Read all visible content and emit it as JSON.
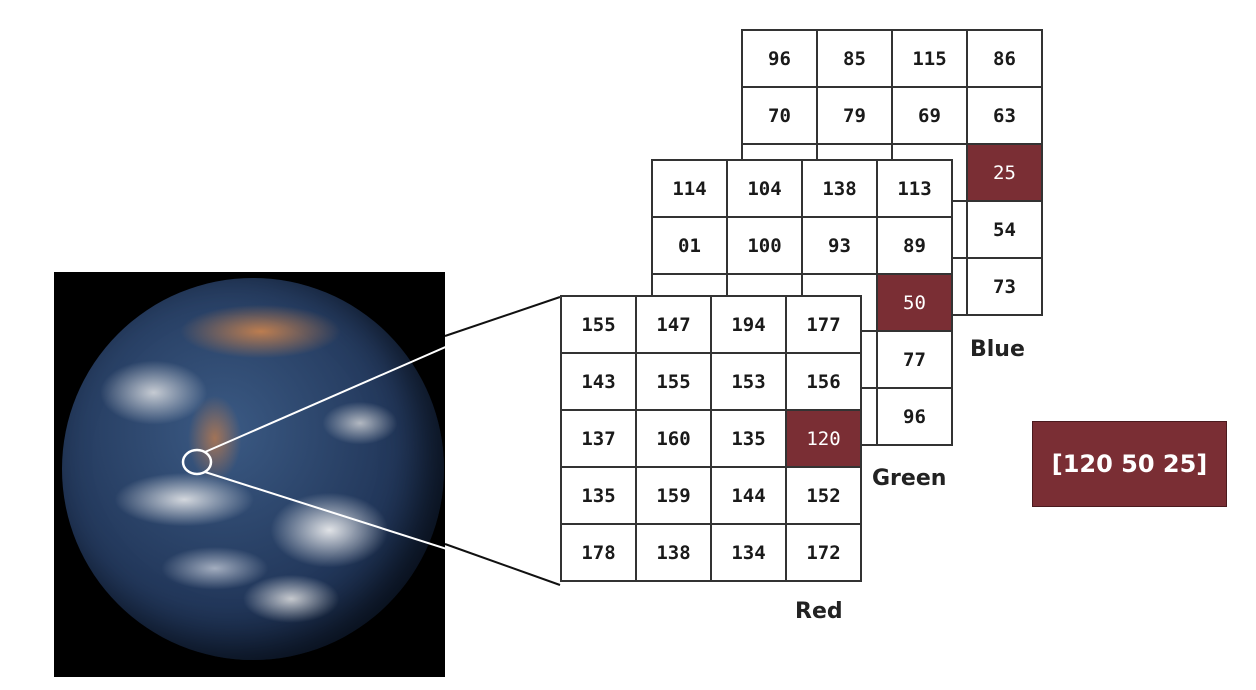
{
  "colors": {
    "highlight": "#7a2e34",
    "grid_border": "#333333",
    "text": "#1a1a1a",
    "photo_background": "#000000"
  },
  "photo": {
    "subject": "earth-globe-icon"
  },
  "channels": {
    "blue": {
      "label": "Blue",
      "rows": [
        [
          "96",
          "85",
          "115",
          "86"
        ],
        [
          "70",
          "79",
          "69",
          "63"
        ],
        [
          "",
          "",
          "",
          "25"
        ],
        [
          "",
          "",
          "",
          "54"
        ],
        [
          "",
          "",
          "",
          "73"
        ]
      ],
      "highlight": [
        2,
        3
      ]
    },
    "green": {
      "label": "Green",
      "rows": [
        [
          "114",
          "104",
          "138",
          "113"
        ],
        [
          "01",
          "100",
          "93",
          "89"
        ],
        [
          "",
          "",
          "",
          "50"
        ],
        [
          "",
          "",
          "",
          "77"
        ],
        [
          "",
          "",
          "",
          "96"
        ]
      ],
      "highlight": [
        2,
        3
      ]
    },
    "red": {
      "label": "Red",
      "rows": [
        [
          "155",
          "147",
          "194",
          "177"
        ],
        [
          "143",
          "155",
          "153",
          "156"
        ],
        [
          "137",
          "160",
          "135",
          "120"
        ],
        [
          "135",
          "159",
          "144",
          "152"
        ],
        [
          "178",
          "138",
          "134",
          "172"
        ]
      ],
      "highlight": [
        2,
        3
      ]
    }
  },
  "result": {
    "label": "[120 50 25]"
  }
}
